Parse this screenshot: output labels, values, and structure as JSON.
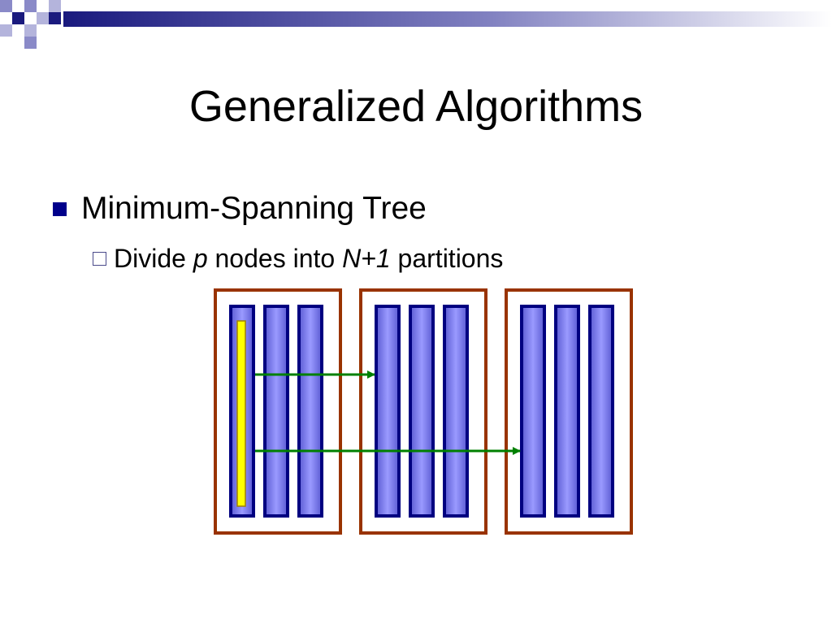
{
  "slide": {
    "title": "Generalized Algorithms",
    "bullets": [
      {
        "text": "Minimum-Spanning Tree",
        "sub": {
          "parts": [
            {
              "text": "Divide ",
              "italic": false
            },
            {
              "text": "p",
              "italic": true
            },
            {
              "text": " nodes into ",
              "italic": false
            },
            {
              "text": "N+1",
              "italic": true
            },
            {
              "text": " partitions",
              "italic": false
            }
          ]
        }
      }
    ]
  },
  "colors": {
    "band_dark": "#1a1a7e",
    "band_light": "#9a9acd",
    "partition_border": "#993300",
    "node_fill": "#8c8cff",
    "node_border": "#000080",
    "highlight": "#ffff00",
    "arrow": "#008000",
    "bullet": "#00008b"
  },
  "icons": {
    "l1_marker": "filled-square-icon",
    "l2_marker": "hollow-square-icon"
  },
  "diagram": {
    "partitions": 3,
    "nodes_per_partition": 3,
    "highlighted_node": {
      "partition": 1,
      "node": 1
    },
    "arrows": [
      {
        "from_partition": 1,
        "to_partition": 2
      },
      {
        "from_partition": 1,
        "to_partition": 3
      }
    ]
  }
}
